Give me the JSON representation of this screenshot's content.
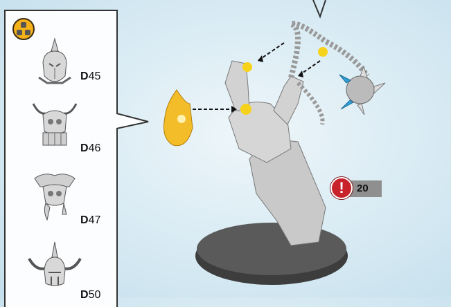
{
  "panel": {
    "parts": [
      {
        "prefix": "D",
        "number": "45"
      },
      {
        "prefix": "D",
        "number": "46"
      },
      {
        "prefix": "D",
        "number": "47"
      },
      {
        "prefix": "D",
        "number": "50"
      }
    ]
  },
  "warning": {
    "icon": "!",
    "number": "20"
  },
  "colors": {
    "panel_border": "#333333",
    "hazard_fill": "#f4b218",
    "warning_red": "#c8232a",
    "highlight_yellow": "#f7d21a",
    "mace_blue": "#2f9fd6",
    "background": "#d7eaf3"
  }
}
